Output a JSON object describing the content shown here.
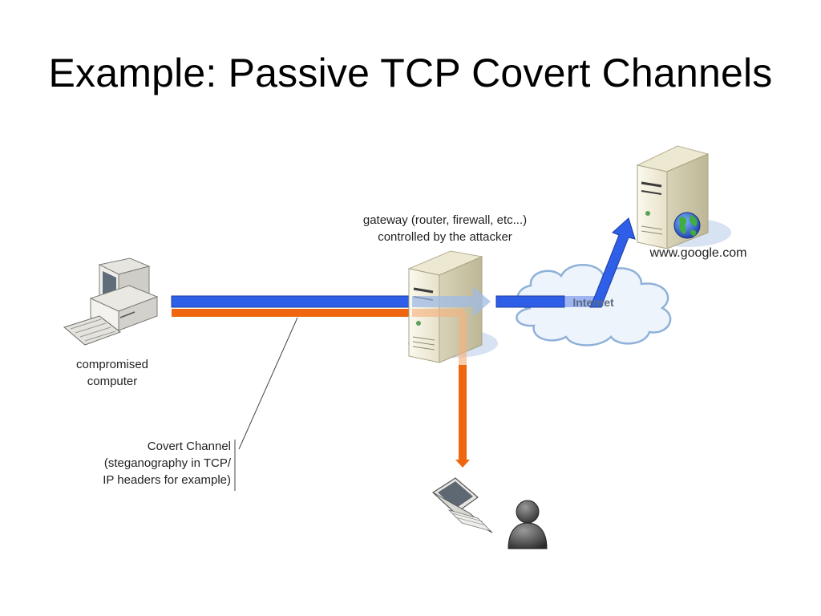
{
  "slide": {
    "title": "Example:  Passive TCP Covert Channels"
  },
  "diagram": {
    "gateway_label_line1": "gateway (router, firewall, etc...)",
    "gateway_label_line2": "controlled by the attacker",
    "google_label": "www.google.com",
    "internet_label": "Internet",
    "compromised_label_line1": "compromised",
    "compromised_label_line2": "computer",
    "covert_label_line1": "Covert Channel",
    "covert_label_line2": "(steganography in TCP/",
    "covert_label_line3": "IP headers for example)"
  },
  "colors": {
    "normal_traffic": "#2f5fe8",
    "covert_traffic": "#f0660f",
    "cloud_fill": "#eef4fb",
    "cloud_stroke": "#8fb1d9",
    "server_body": "#f4f1e2"
  },
  "icons": [
    "desktop-computer-icon",
    "server-icon",
    "cloud-icon",
    "globe-icon",
    "laptop-icon",
    "person-icon"
  ]
}
